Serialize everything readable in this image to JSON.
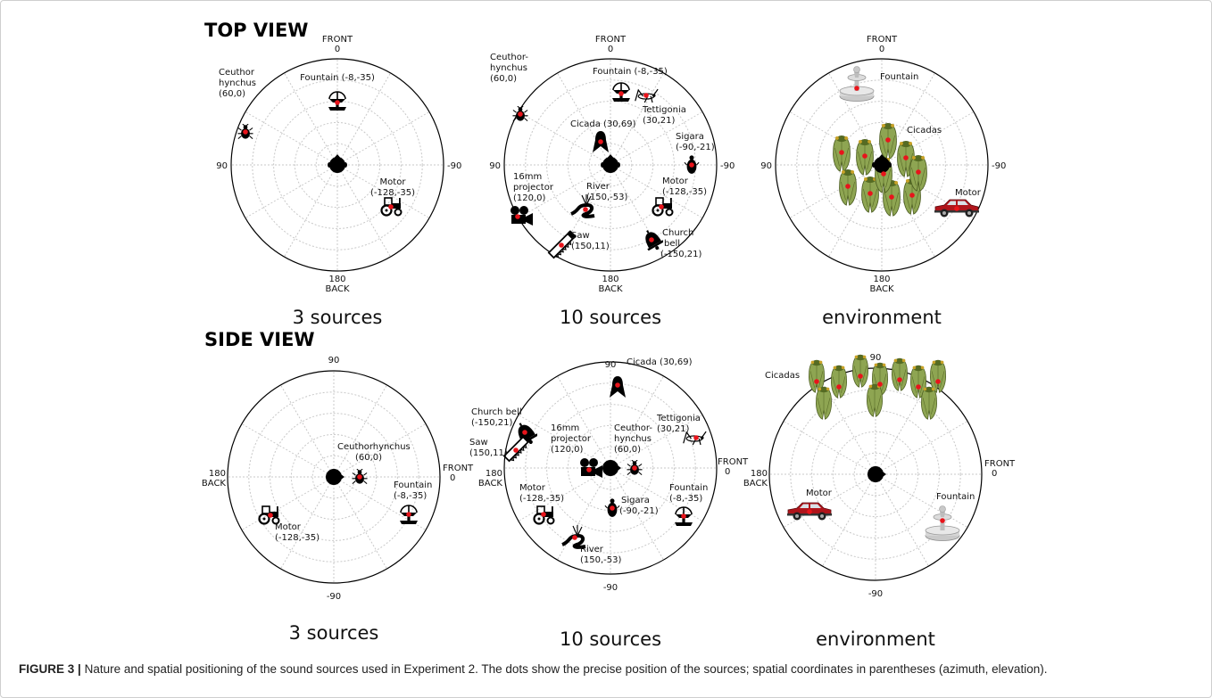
{
  "sections": {
    "top": "TOP VIEW",
    "side": "SIDE VIEW"
  },
  "caption": {
    "label": "FIGURE 3",
    "separator": "|",
    "text": "Nature and spatial positioning of the sound sources used in Experiment 2.  The dots show the precise position of the sources; spatial coordinates in parentheses (azimuth, elevation)."
  },
  "panels": [
    {
      "id": "top-3",
      "title": "3 sources",
      "dirs": {
        "top": [
          "FRONT",
          "0"
        ],
        "bottom": [
          "180",
          "BACK"
        ],
        "left": [
          "90"
        ],
        "right": [
          "-90"
        ]
      },
      "sources": [
        {
          "icon": "beetle-icon",
          "label": [
            "Ceuthor",
            "hynchus",
            "(60,0)"
          ]
        },
        {
          "icon": "fountain-icon",
          "label": [
            "Fountain (-8,-35)"
          ]
        },
        {
          "icon": "tractor-icon",
          "label": [
            "Motor",
            "(-128,-35)"
          ]
        }
      ]
    },
    {
      "id": "top-10",
      "title": "10 sources",
      "dirs": {
        "top": [
          "FRONT",
          "0"
        ],
        "bottom": [
          "180",
          "BACK"
        ],
        "left": [
          "90"
        ],
        "right": [
          "-90"
        ]
      },
      "sources": [
        {
          "icon": "beetle-icon",
          "label": [
            "Ceuthor-",
            "hynchus",
            "(60,0)"
          ]
        },
        {
          "icon": "fountain-icon",
          "label": [
            "Fountain (-8,-35)"
          ]
        },
        {
          "icon": "grasshopper-icon",
          "label": [
            "Tettigonia",
            "(30,21)"
          ]
        },
        {
          "icon": "cicada-icon",
          "label": [
            "Cicada (30,69)"
          ]
        },
        {
          "icon": "water-bug-icon",
          "label": [
            "Sigara",
            "(-90,-21)"
          ]
        },
        {
          "icon": "projector-icon",
          "label": [
            "16mm",
            "projector",
            "(120,0)"
          ]
        },
        {
          "icon": "river-icon",
          "label": [
            "River",
            "(150,-53)"
          ]
        },
        {
          "icon": "tractor-icon",
          "label": [
            "Motor",
            "(-128,-35)"
          ]
        },
        {
          "icon": "saw-icon",
          "label": [
            "Saw",
            "(150,11)"
          ]
        },
        {
          "icon": "bell-icon",
          "label": [
            "Church",
            "bell",
            "(-150,21)"
          ]
        }
      ]
    },
    {
      "id": "top-env",
      "title": "environment",
      "dirs": {
        "top": [
          "FRONT",
          "0"
        ],
        "bottom": [
          "180",
          "BACK"
        ],
        "left": [
          "90"
        ],
        "right": [
          "-90"
        ]
      },
      "sources": [
        {
          "icon": "fountain-photo-icon",
          "label": [
            "Fountain"
          ]
        },
        {
          "icon": "cicada-photo-icon",
          "label": [
            "Cicadas"
          ]
        },
        {
          "icon": "car-photo-icon",
          "label": [
            "Motor"
          ]
        }
      ]
    },
    {
      "id": "side-3",
      "title": "3 sources",
      "dirs": {
        "top": [
          "90"
        ],
        "bottom": [
          "-90"
        ],
        "left": [
          "180",
          "BACK"
        ],
        "right": [
          "FRONT",
          "0"
        ]
      },
      "sources": [
        {
          "icon": "beetle-icon",
          "label": [
            "Ceuthorhynchus",
            "(60,0)"
          ]
        },
        {
          "icon": "fountain-icon",
          "label": [
            "Fountain",
            "(-8,-35)"
          ]
        },
        {
          "icon": "tractor-icon",
          "label": [
            "Motor",
            "(-128,-35)"
          ]
        }
      ]
    },
    {
      "id": "side-10",
      "title": "10 sources",
      "dirs": {
        "top": [
          "90"
        ],
        "bottom": [
          "-90"
        ],
        "left": [
          "180",
          "BACK"
        ],
        "right": [
          "FRONT",
          "0"
        ]
      },
      "sources": [
        {
          "icon": "cicada-icon",
          "label": [
            "Cicada (30,69)"
          ]
        },
        {
          "icon": "bell-icon",
          "label": [
            "Church bell",
            "(-150,21)"
          ]
        },
        {
          "icon": "grasshopper-icon",
          "label": [
            "Tettigonia",
            "(30,21)"
          ]
        },
        {
          "icon": "saw-icon",
          "label": [
            "Saw",
            "(150,11)"
          ]
        },
        {
          "icon": "projector-icon",
          "label": [
            "16mm",
            "projector",
            "(120,0)"
          ]
        },
        {
          "icon": "beetle-icon",
          "label": [
            "Ceuthor-",
            "hynchus",
            "(60,0)"
          ]
        },
        {
          "icon": "tractor-icon",
          "label": [
            "Motor",
            "(-128,-35)"
          ]
        },
        {
          "icon": "water-bug-icon",
          "label": [
            "Sigara",
            "(-90,-21)"
          ]
        },
        {
          "icon": "fountain-icon",
          "label": [
            "Fountain",
            "(-8,-35)"
          ]
        },
        {
          "icon": "river-icon",
          "label": [
            "River",
            "(150,-53)"
          ]
        }
      ]
    },
    {
      "id": "side-env",
      "title": "environment",
      "dirs": {
        "top": [
          "90"
        ],
        "bottom": [
          "-90"
        ],
        "left": [
          "180",
          "BACK"
        ],
        "right": [
          "FRONT",
          "0"
        ]
      },
      "sources": [
        {
          "icon": "cicada-photo-icon",
          "label": [
            "Cicadas"
          ]
        },
        {
          "icon": "car-photo-icon",
          "label": [
            "Motor"
          ]
        },
        {
          "icon": "fountain-photo-icon",
          "label": [
            "Fountain"
          ]
        }
      ]
    }
  ]
}
